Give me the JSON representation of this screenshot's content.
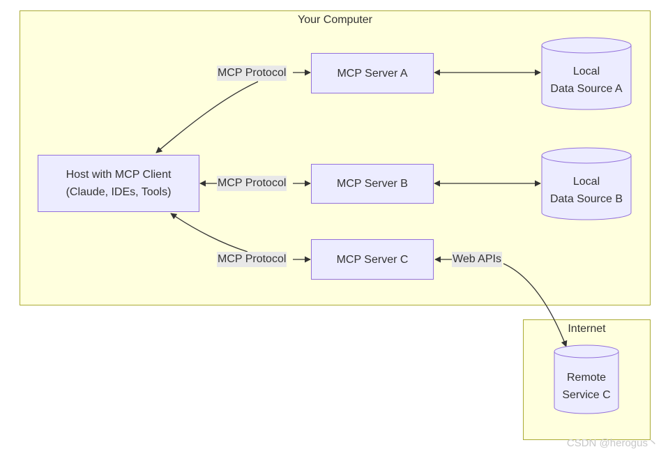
{
  "clusters": {
    "computer": {
      "title": "Your Computer"
    },
    "internet": {
      "title": "Internet"
    }
  },
  "nodes": {
    "host": {
      "line1": "Host with MCP Client",
      "line2": "(Claude, IDEs, Tools)"
    },
    "server_a": {
      "label": "MCP Server A"
    },
    "server_b": {
      "label": "MCP Server B"
    },
    "server_c": {
      "label": "MCP Server C"
    },
    "data_a": {
      "line1": "Local",
      "line2": "Data Source A"
    },
    "data_b": {
      "line1": "Local",
      "line2": "Data Source B"
    },
    "remote_c": {
      "line1": "Remote",
      "line2": "Service C"
    }
  },
  "edge_labels": {
    "host_a": "MCP Protocol",
    "host_b": "MCP Protocol",
    "host_c": "MCP Protocol",
    "c_remote": "Web APIs"
  },
  "colors": {
    "cluster_fill": "#ffffde",
    "cluster_border": "#aaaa33",
    "node_fill": "#ececff",
    "node_border": "#9370db",
    "edge": "#333333",
    "edge_label_bg": "#e8e8e8"
  },
  "watermark": "CSDN @herogus丶"
}
